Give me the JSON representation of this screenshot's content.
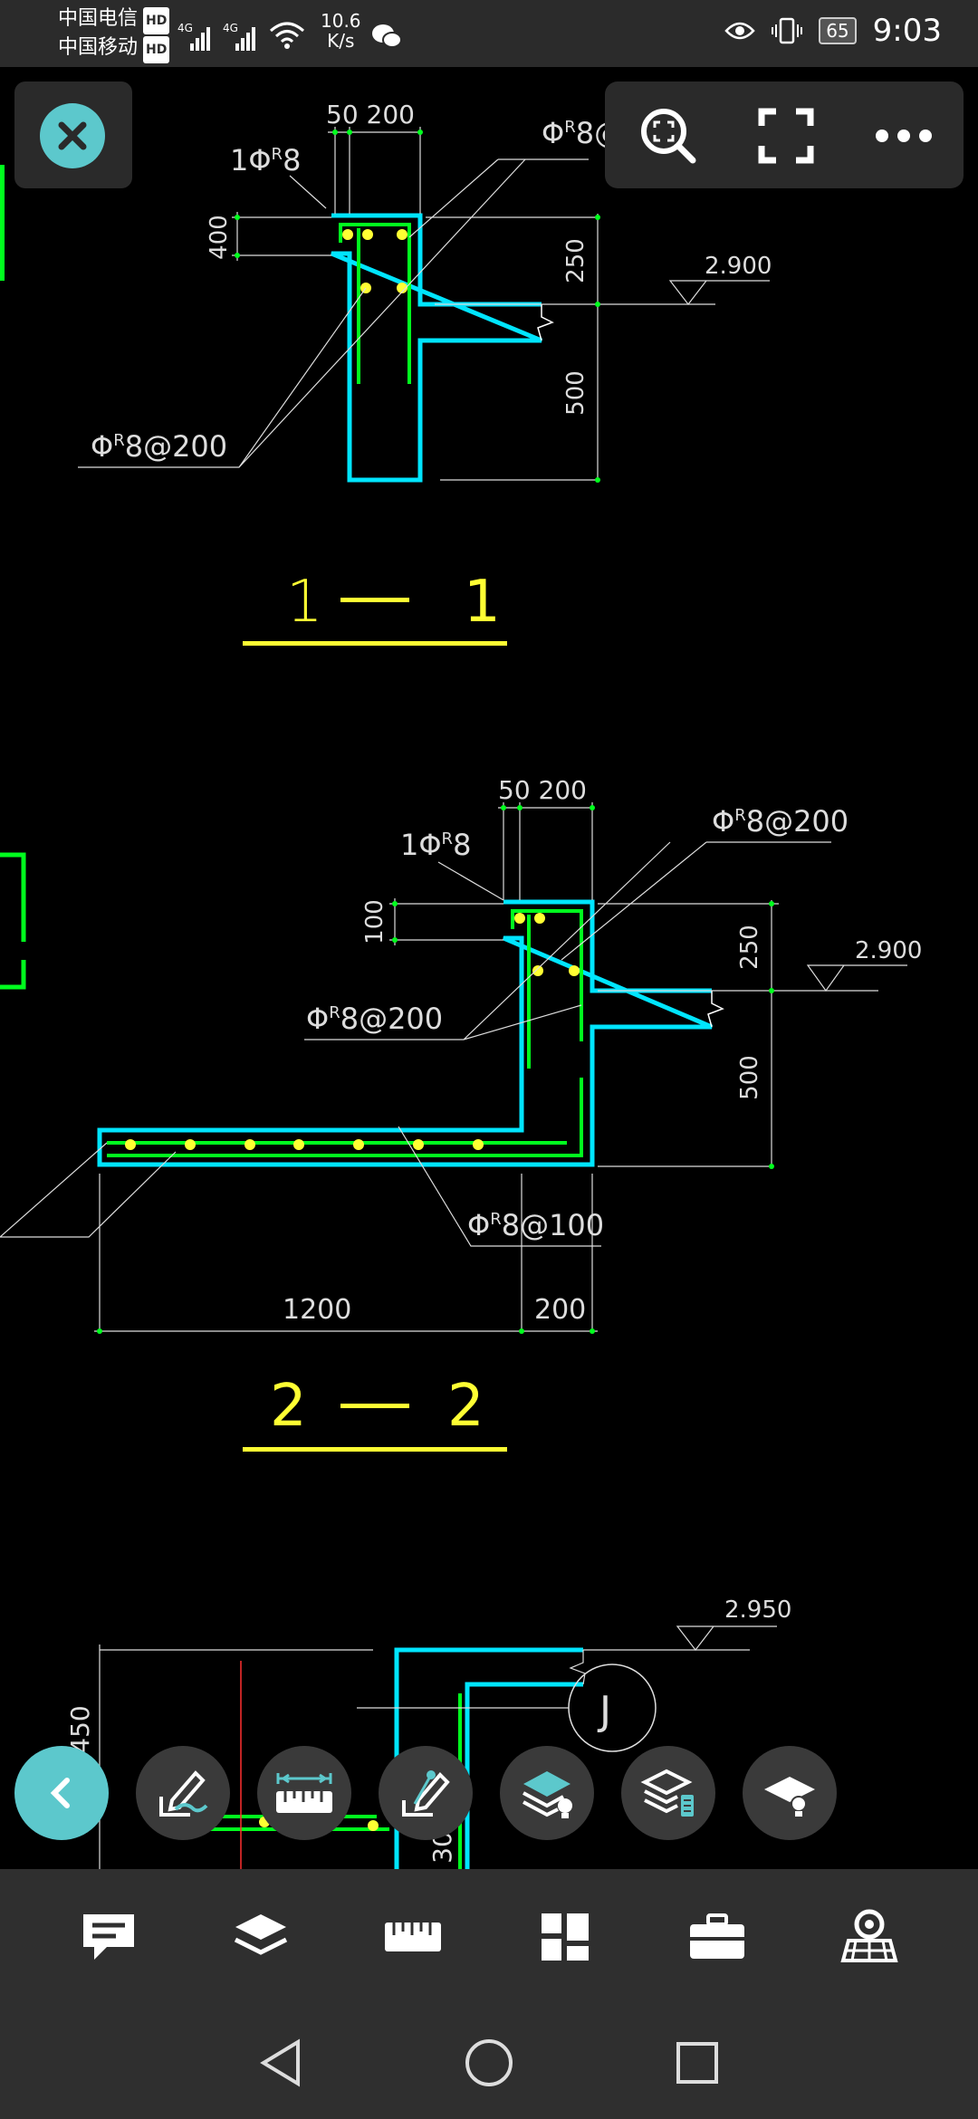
{
  "status_bar": {
    "carrier1": "中国电信",
    "carrier2": "中国移动",
    "hd": "HD",
    "net1": "4G",
    "net2": "4G",
    "speed_value": "10.6",
    "speed_unit": "K/s",
    "battery": "65",
    "time": "9:03"
  },
  "drawing": {
    "section1": {
      "dim_top": "50 200",
      "bar_label": "1Φ",
      "bar_sup": "R",
      "bar_val": "8",
      "top_right_label": "Φ",
      "top_right_sup": "R",
      "top_right_val": "8@",
      "dim_left": "400",
      "dim_r1": "250",
      "dim_r2": "500",
      "elev": "2.900",
      "stirrup_label": "Φ",
      "stirrup_sup": "R",
      "stirrup_val": "8@200",
      "title_a": "1",
      "title_b": "1"
    },
    "section2": {
      "dim_top": "50 200",
      "bar_label": "1Φ",
      "bar_sup": "R",
      "bar_val": "8",
      "top_right_label": "Φ",
      "top_right_sup": "R",
      "top_right_val": "8@200",
      "dim_left": "100",
      "dim_r1": "250",
      "dim_r2": "500",
      "elev": "2.900",
      "mid_label": "Φ",
      "mid_sup": "R",
      "mid_val": "8@200",
      "bottom_label": "Φ",
      "bottom_sup": "R",
      "bottom_val": "8@100",
      "dim_b1": "1200",
      "dim_b2": "200",
      "title_a": "2",
      "title_b": "2"
    },
    "section3": {
      "elev": "2.950",
      "dim_left": "450",
      "axis": "J",
      "dim_partial": "30"
    }
  },
  "icons": {
    "close": "close-icon",
    "zoom": "zoom-fit-icon",
    "fullscreen": "fullscreen-icon",
    "more": "more-icon",
    "back": "back-icon",
    "annotate": "annotate-icon",
    "measure": "measure-icon",
    "markup": "markup-icon",
    "layers_light": "layer-toggle-icon",
    "layers_list": "layer-list-icon",
    "layer_off": "layer-visibility-icon",
    "comment": "comment-icon",
    "layers_nav": "layers-icon",
    "ruler_nav": "ruler-icon",
    "grid_nav": "grid-icon",
    "tools_nav": "toolbox-icon",
    "view_nav": "viewer-icon"
  },
  "colors": {
    "accent": "#5cc8cc",
    "cyan": "#00e5ff",
    "green": "#00ff1e",
    "yellow": "#ffff33"
  }
}
